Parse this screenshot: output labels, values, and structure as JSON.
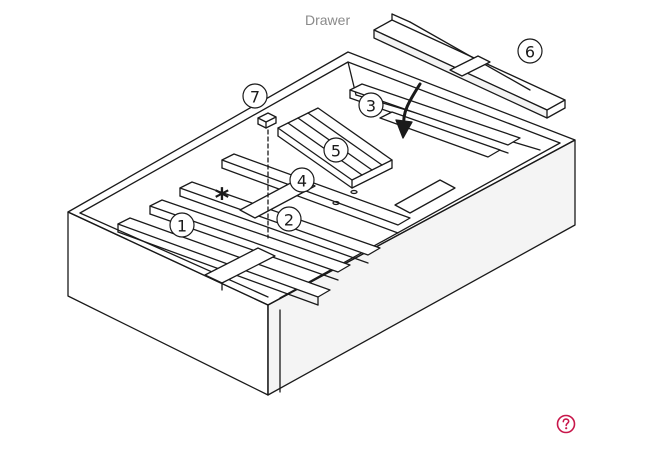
{
  "diagram": {
    "caption": "Drawer",
    "callouts": [
      {
        "id": "1",
        "label": "1"
      },
      {
        "id": "2",
        "label": "2"
      },
      {
        "id": "3",
        "label": "3"
      },
      {
        "id": "4",
        "label": "4"
      },
      {
        "id": "5",
        "label": "5"
      },
      {
        "id": "6",
        "label": "6"
      },
      {
        "id": "7",
        "label": "7"
      }
    ],
    "asterisk": "*"
  },
  "help": {
    "icon": "help-circle-icon",
    "color": "#c8174b"
  },
  "colors": {
    "line": "#1a1a1a",
    "fill": "#ffffff",
    "shade": "#e9e9e9",
    "caption": "#8a8a8a"
  }
}
